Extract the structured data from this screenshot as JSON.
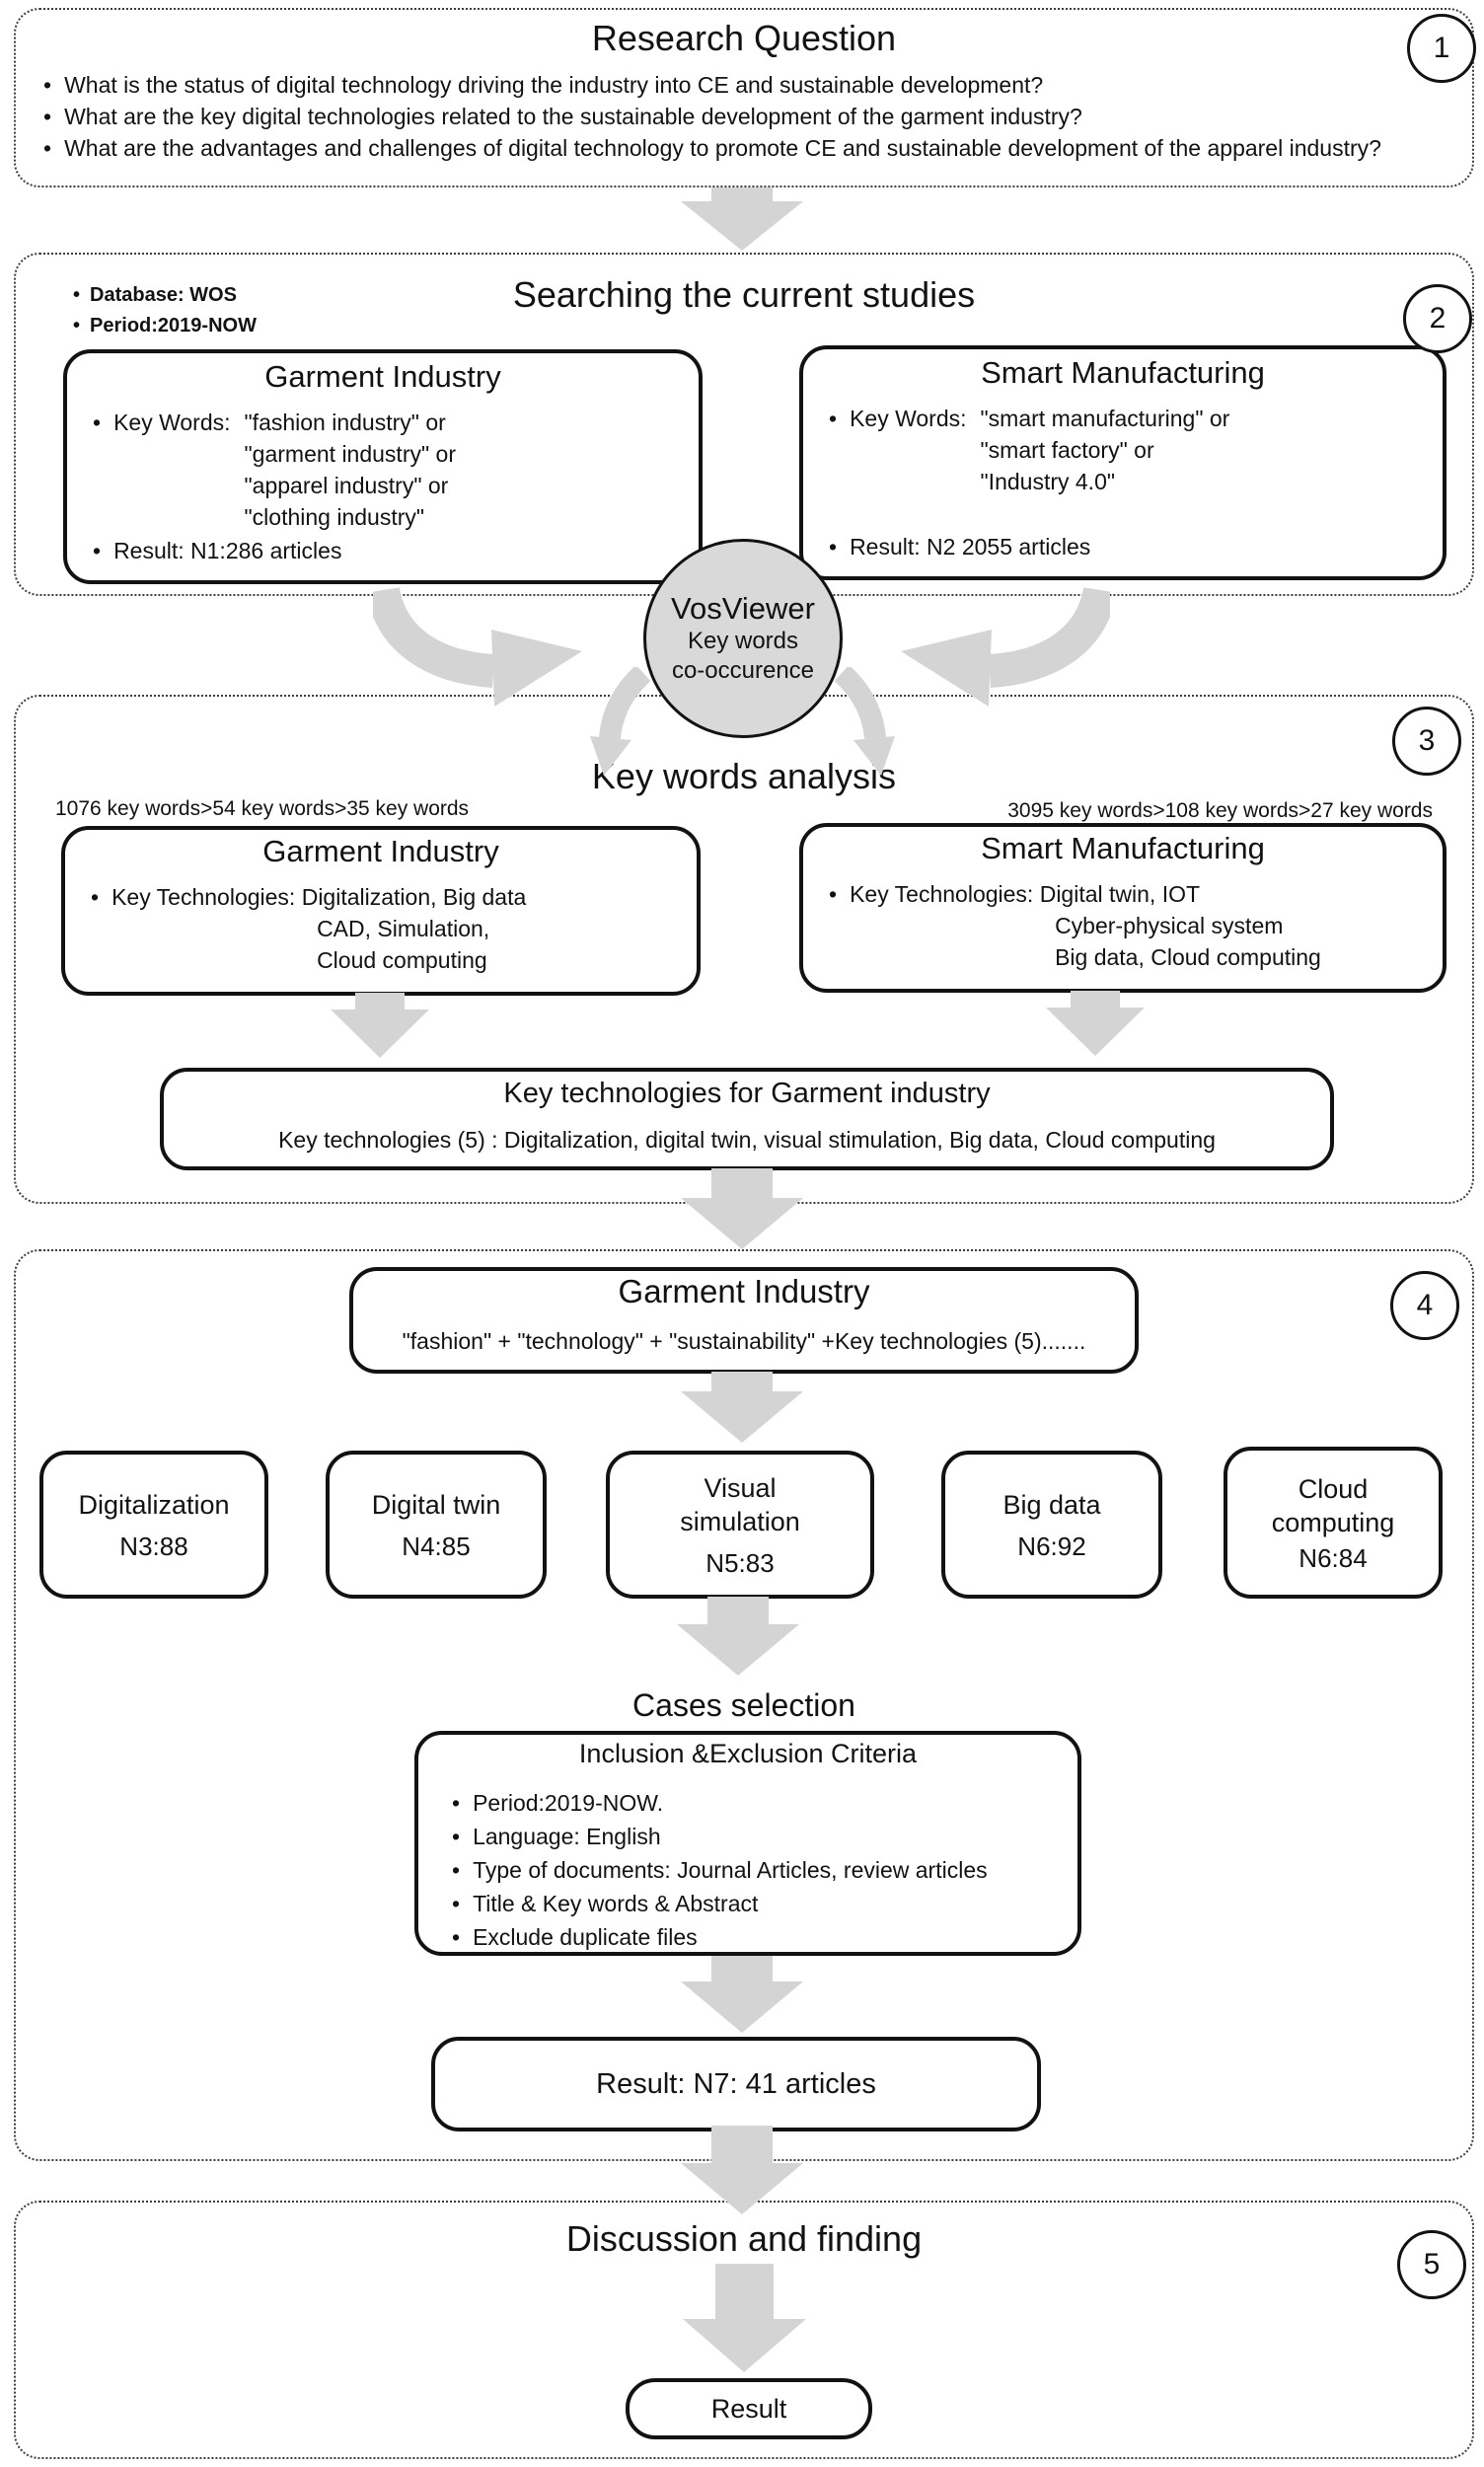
{
  "colors": {
    "arrow_gray": "#d4d4d4",
    "circle_fill": "#d9d9d9",
    "line_black": "#121212"
  },
  "sections": {
    "research_question": {
      "badge": "1",
      "title": "Research Question",
      "bullets": [
        "What is the status of digital technology driving the industry into CE and sustainable development?",
        "What are the key digital technologies related to the sustainable development of the garment industry?",
        "What are the advantages and challenges of digital technology to promote CE and sustainable development of the apparel industry?"
      ]
    },
    "searching": {
      "badge": "2",
      "title": "Searching the current studies",
      "meta": [
        "Database: WOS",
        "Period:2019-NOW"
      ],
      "garment": {
        "title": "Garment Industry",
        "keywords_label": "Key Words:",
        "keywords": [
          "\"fashion industry\" or",
          "\"garment industry\" or",
          "\"apparel industry\" or",
          "\"clothing industry\""
        ],
        "result": "Result: N1:286 articles"
      },
      "smart": {
        "title": "Smart Manufacturing",
        "keywords_label": "Key Words:",
        "keywords": [
          "\"smart manufacturing\" or",
          "\"smart factory\" or",
          "\"Industry 4.0\""
        ],
        "result": "Result: N2 2055 articles"
      }
    },
    "vosviewer": {
      "title": "VosViewer",
      "subtitle_1": "Key words",
      "subtitle_2": "co-occurence"
    },
    "keywords_analysis": {
      "badge": "3",
      "title": "Key words analysis",
      "left_note": "1076 key words>54 key words>35 key words",
      "right_note": "3095 key words>108 key words>27 key words",
      "garment": {
        "title": "Garment Industry",
        "lines": [
          "Key Technologies: Digitalization,  Big data",
          "CAD, Simulation,",
          "Cloud computing"
        ]
      },
      "smart": {
        "title": "Smart Manufacturing",
        "lines": [
          "Key Technologies: Digital twin,  IOT",
          "Cyber-physical system",
          "Big data, Cloud computing"
        ]
      },
      "summary": {
        "title": "Key technologies for Garment industry",
        "subtitle": "Key technologies (5) : Digitalization, digital twin, visual stimulation, Big data, Cloud computing"
      }
    },
    "screening": {
      "badge": "4",
      "header": {
        "title": "Garment Industry",
        "subtitle": "\"fashion\" + \"technology\" + \"sustainability\" +Key technologies (5)......."
      },
      "tech_boxes": [
        {
          "name": "Digitalization",
          "count": "N3:88"
        },
        {
          "name": "Digital twin",
          "count": "N4:85"
        },
        {
          "name": "Visual simulation",
          "count": "N5:83"
        },
        {
          "name": "Big data",
          "count": "N6:92"
        },
        {
          "name": "Cloud computing",
          "count": "N6:84"
        }
      ],
      "cases_title": "Cases selection",
      "criteria": {
        "title": "Inclusion &Exclusion Criteria",
        "bullets": [
          "Period:2019-NOW.",
          "Language: English",
          "Type of documents:  Journal Articles, review articles",
          "Title & Key words & Abstract",
          "Exclude duplicate files"
        ]
      },
      "result": "Result: N7:  41 articles"
    },
    "discussion": {
      "badge": "5",
      "title": "Discussion and finding",
      "result": "Result"
    }
  }
}
